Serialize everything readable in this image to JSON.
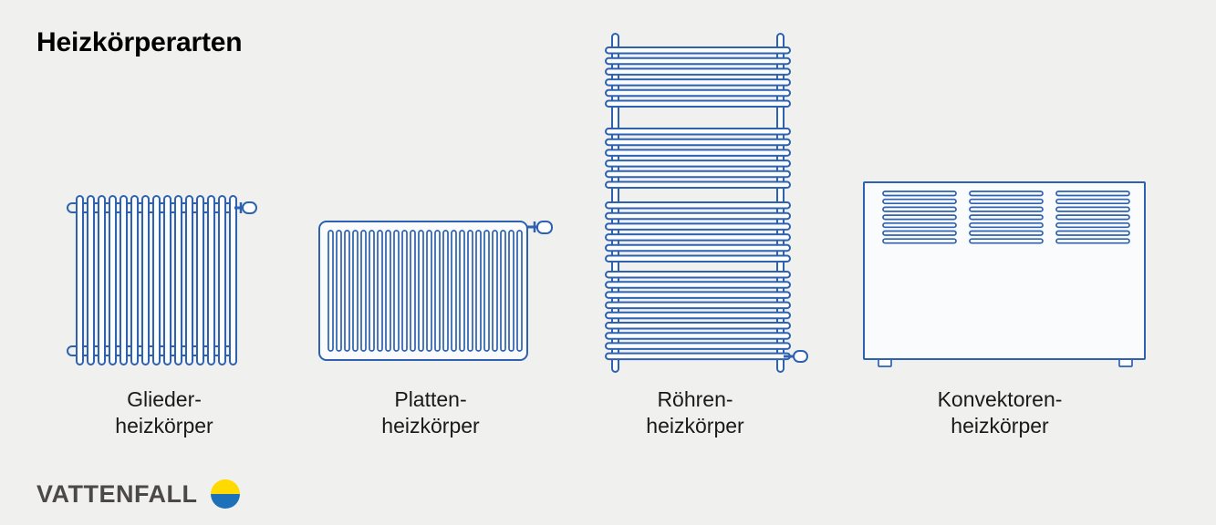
{
  "page": {
    "title": "Heizkörperarten",
    "background_color": "#f0f0ef"
  },
  "colors": {
    "radiator_outline_blue": "#2e62b0",
    "radiator_fill_white": "#fcfdfe",
    "label_text": "#1a1a1a",
    "logo_text_gray": "#4b4845",
    "logo_yellow": "#ffda00",
    "logo_blue": "#1d71b8"
  },
  "radiators": [
    {
      "id": "glieder",
      "label_line1": "Glieder-",
      "label_line2": "heizkörper"
    },
    {
      "id": "platten",
      "label_line1": "Platten-",
      "label_line2": "heizkörper"
    },
    {
      "id": "roehren",
      "label_line1": "Röhren-",
      "label_line2": "heizkörper"
    },
    {
      "id": "konvektoren",
      "label_line1": "Konvektoren-",
      "label_line2": "heizkörper"
    }
  ],
  "logo": {
    "text": "VATTENFALL"
  }
}
